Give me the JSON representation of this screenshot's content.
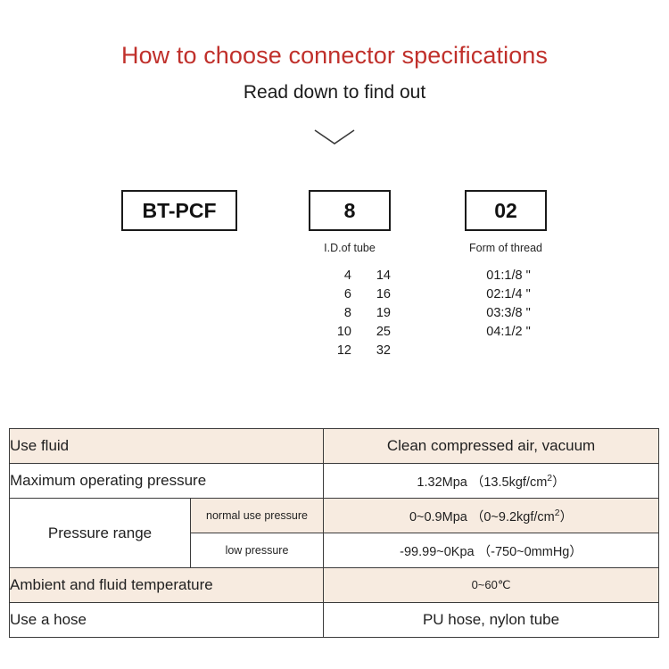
{
  "header": {
    "title": "How to choose connector specifications",
    "subtitle": "Read down to find out",
    "title_color": "#c0302b",
    "chevron_icon": "chevron-down-icon"
  },
  "code_breakdown": {
    "boxes": [
      {
        "value": "BT-PCF",
        "caption": ""
      },
      {
        "value": "8",
        "caption": "I.D.of tube"
      },
      {
        "value": "02",
        "caption": "Form of thread"
      }
    ],
    "id_of_tube_options": [
      {
        "col1": "4",
        "col2": "14"
      },
      {
        "col1": "6",
        "col2": "16"
      },
      {
        "col1": "8",
        "col2": "19"
      },
      {
        "col1": "10",
        "col2": "25"
      },
      {
        "col1": "12",
        "col2": "32"
      }
    ],
    "thread_form_options": [
      "01:1/8 \"",
      "02:1/4 \"",
      "03:3/8 \"",
      "04:1/2 \""
    ]
  },
  "spec_table": {
    "row_bg_beige": "#f7ebe0",
    "row_bg_white": "#ffffff",
    "rows": [
      {
        "label": "Use fluid",
        "value": "Clean compressed air, vacuum",
        "shaded": true
      },
      {
        "label": "Maximum operating pressure",
        "value_prefix": "1.32Mpa （13.5kgf/cm",
        "value_sup": "2",
        "value_suffix": "）",
        "shaded": false
      },
      {
        "label": "Pressure range",
        "sub_rows": [
          {
            "sub_label": "normal use pressure",
            "value_prefix": "0~0.9Mpa （0~9.2kgf/cm",
            "value_sup": "2",
            "value_suffix": "）",
            "shaded": true
          },
          {
            "sub_label": "low pressure",
            "value": "-99.99~0Kpa （-750~0mmHg）",
            "shaded": false
          }
        ]
      },
      {
        "label": "Ambient and fluid temperature",
        "value": "0~60℃",
        "shaded": true
      },
      {
        "label": "Use a hose",
        "value": "PU hose, nylon tube",
        "shaded": false
      }
    ]
  }
}
